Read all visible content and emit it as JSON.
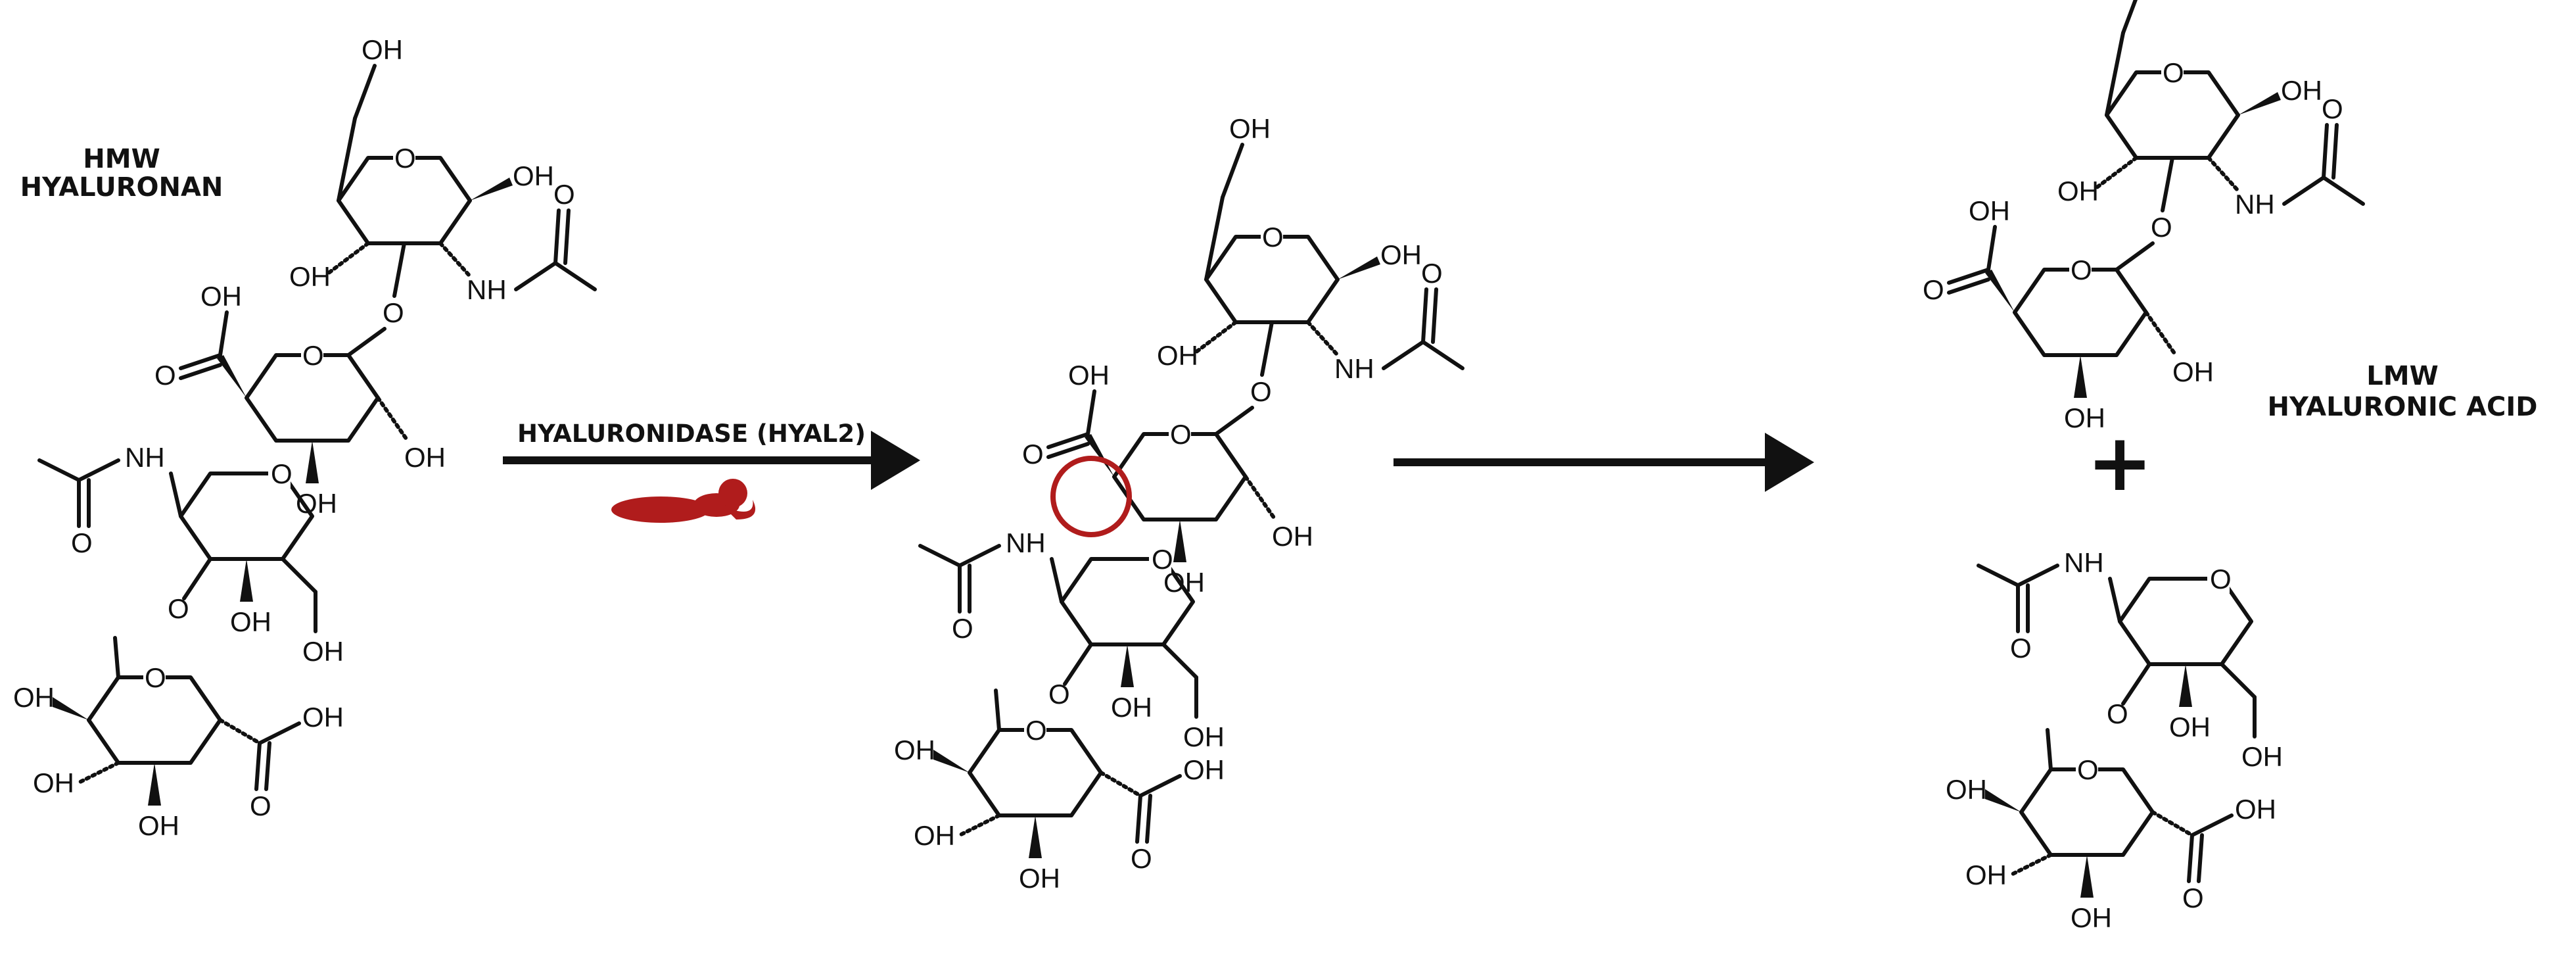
{
  "labels": {
    "hmw_line1": "HMW",
    "hmw_line2": "HYALURONAN",
    "enzyme": "HYALURONIDASE (HYAL2)",
    "lmw_line1": "LMW",
    "lmw_line2": "HYALURONIC ACID",
    "plus": "+"
  },
  "atoms": {
    "oh": "OH",
    "nh": "NH",
    "o": "O"
  },
  "colors": {
    "ink": "#111111",
    "highlight": "#b01c1c"
  },
  "icons": {
    "enzyme": "enzyme-silhouette-icon",
    "cleavage": "cleavage-site-circle"
  }
}
